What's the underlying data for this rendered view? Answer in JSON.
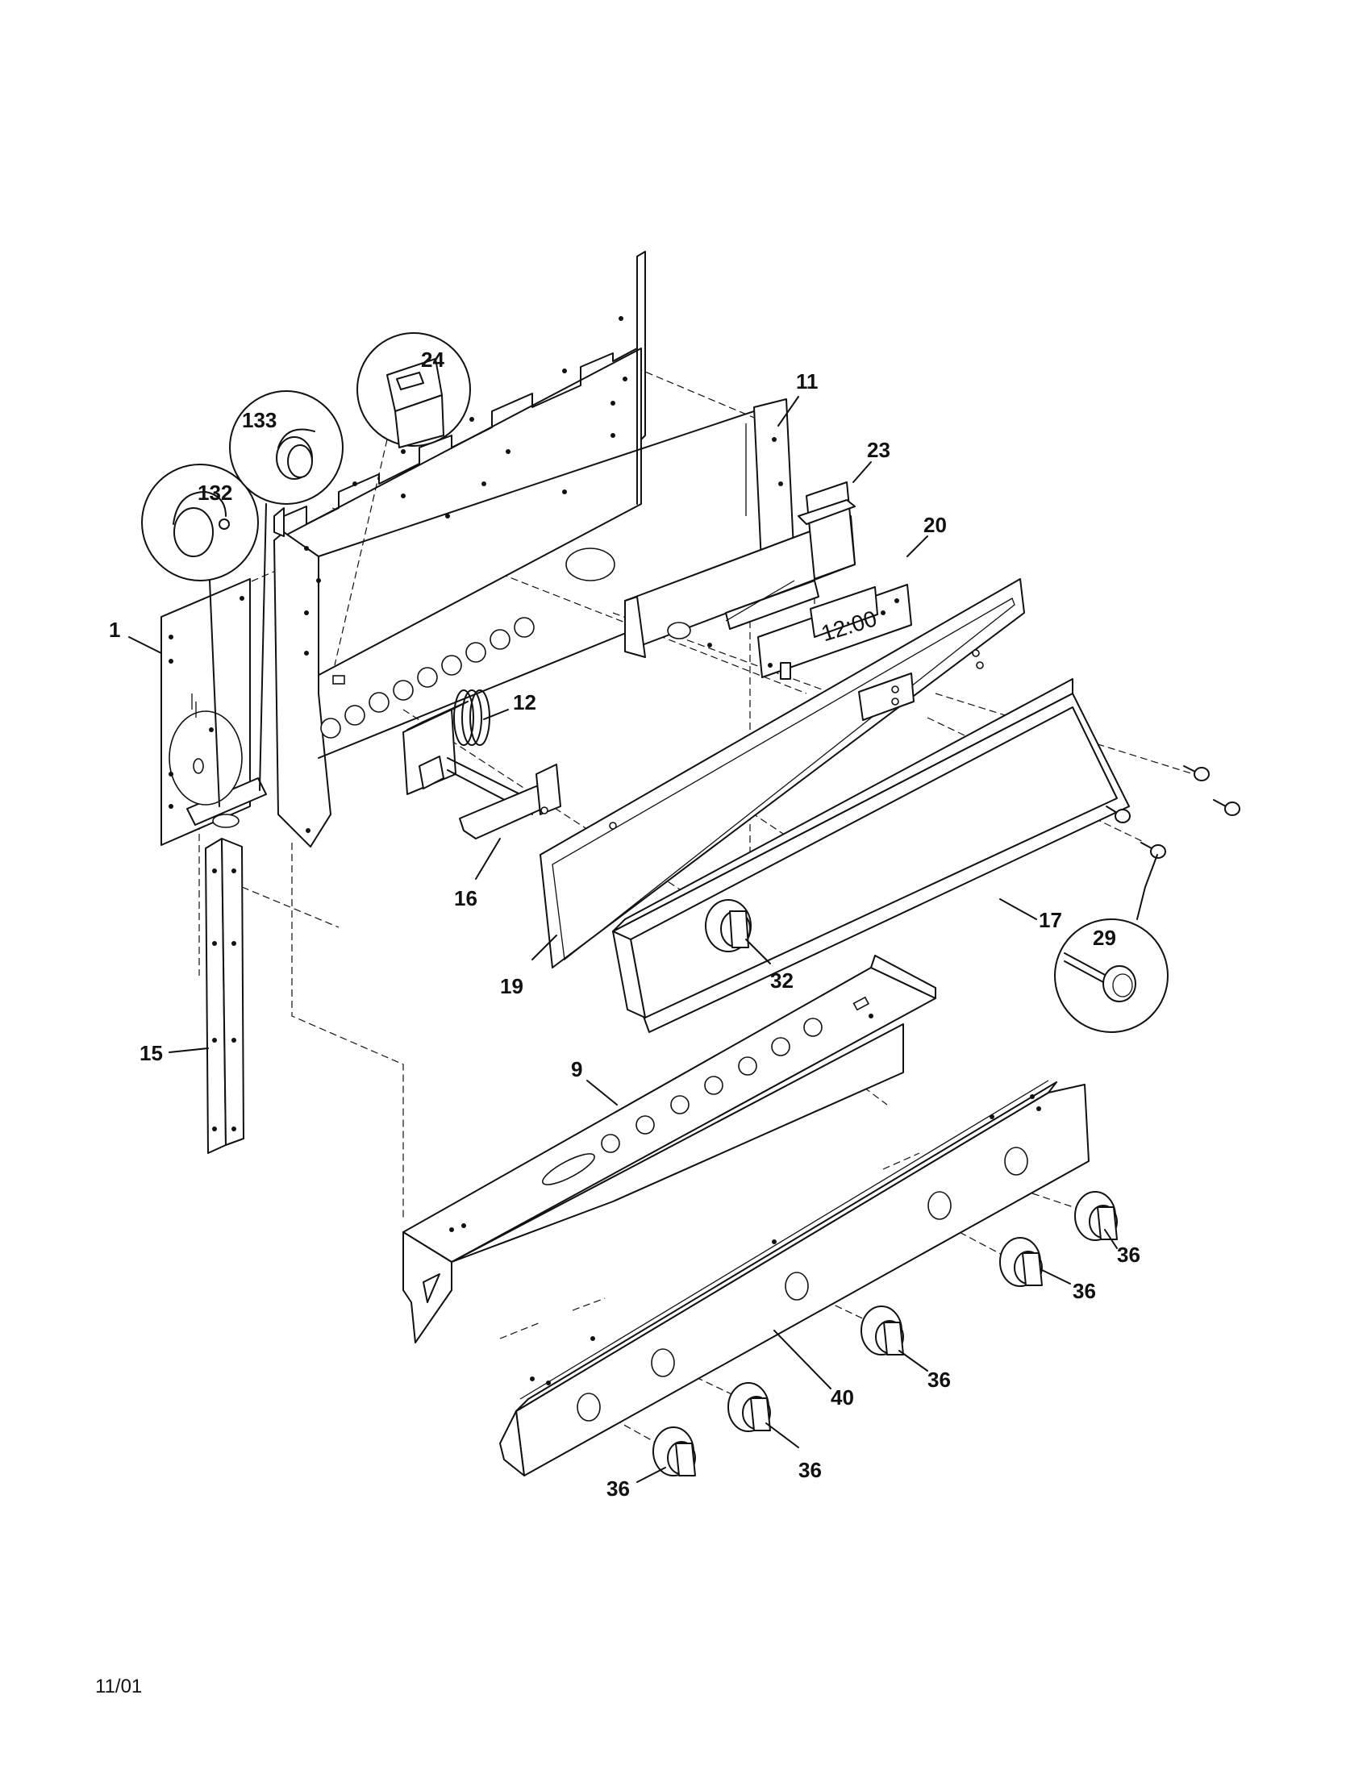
{
  "diagram": {
    "date_code": "11/01",
    "clock_display": "12:00",
    "callouts": [
      {
        "id": "c1",
        "label": "1"
      },
      {
        "id": "c9",
        "label": "9"
      },
      {
        "id": "c11",
        "label": "11"
      },
      {
        "id": "c12",
        "label": "12"
      },
      {
        "id": "c15",
        "label": "15"
      },
      {
        "id": "c16",
        "label": "16"
      },
      {
        "id": "c17",
        "label": "17"
      },
      {
        "id": "c19",
        "label": "19"
      },
      {
        "id": "c20",
        "label": "20"
      },
      {
        "id": "c23",
        "label": "23"
      },
      {
        "id": "c24",
        "label": "24"
      },
      {
        "id": "c29",
        "label": "29"
      },
      {
        "id": "c32",
        "label": "32"
      },
      {
        "id": "c36a",
        "label": "36"
      },
      {
        "id": "c36b",
        "label": "36"
      },
      {
        "id": "c36c",
        "label": "36"
      },
      {
        "id": "c36d",
        "label": "36"
      },
      {
        "id": "c36e",
        "label": "36"
      },
      {
        "id": "c40",
        "label": "40"
      },
      {
        "id": "c132",
        "label": "132"
      },
      {
        "id": "c133",
        "label": "133"
      }
    ]
  }
}
